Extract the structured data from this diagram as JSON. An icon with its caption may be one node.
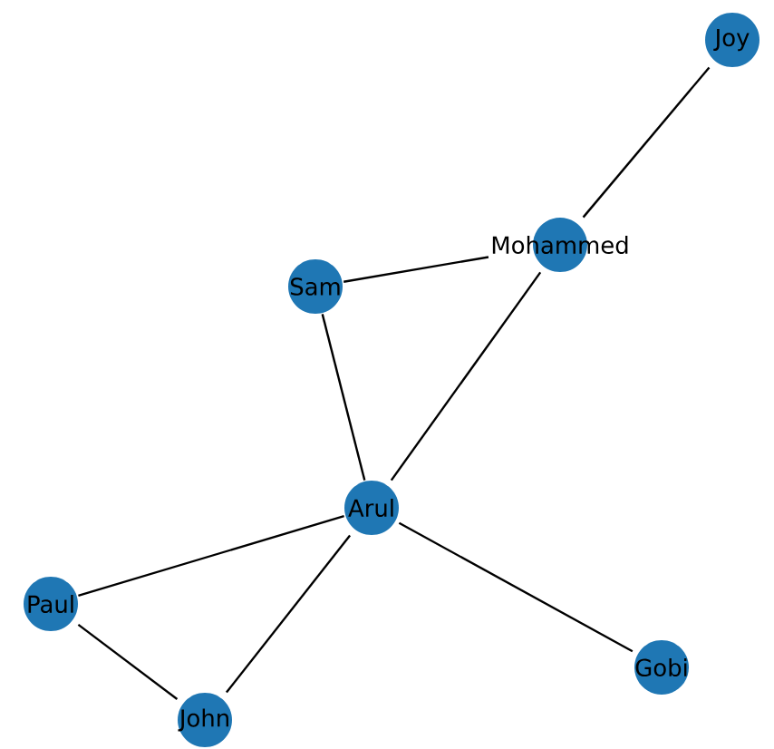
{
  "diagram": {
    "nodes": [
      {
        "text": [
          "Joy"
        ]
      },
      {
        "text": [
          "Mohammed"
        ]
      },
      {
        "text": [
          "Sam"
        ]
      },
      {
        "text": [
          "Arul"
        ]
      },
      {
        "text": [
          "Paul"
        ]
      },
      {
        "text": [
          "John"
        ]
      },
      {
        "text": [
          "Gobi"
        ]
      }
    ],
    "edges": [
      {
        "from": 0,
        "to": 1,
        "arrow": "none"
      },
      {
        "from": 1,
        "to": 2,
        "arrow": "none"
      },
      {
        "from": 1,
        "to": 3,
        "arrow": "none"
      },
      {
        "from": 2,
        "to": 3,
        "arrow": "none"
      },
      {
        "from": 3,
        "to": 4,
        "arrow": "none"
      },
      {
        "from": 3,
        "to": 5,
        "arrow": "none"
      },
      {
        "from": 3,
        "to": 6,
        "arrow": "none"
      },
      {
        "from": 4,
        "to": 5,
        "arrow": "none"
      }
    ]
  }
}
